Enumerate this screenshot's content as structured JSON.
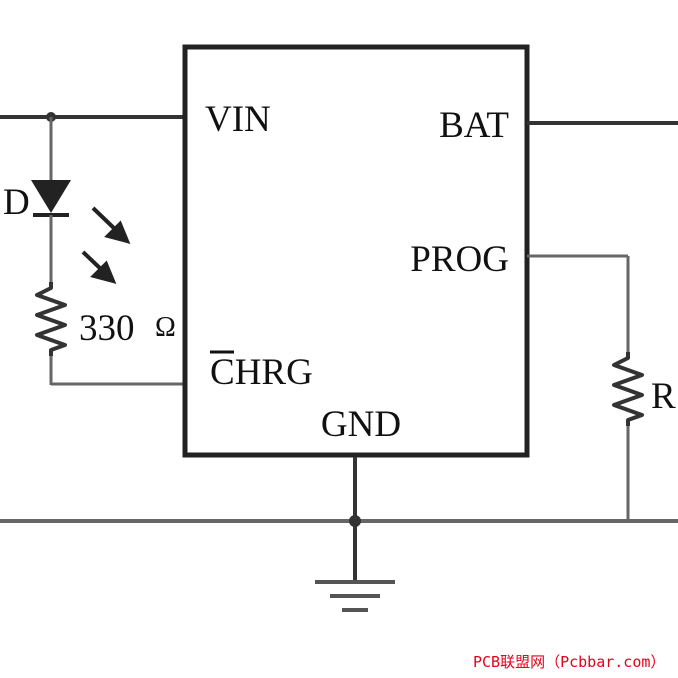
{
  "chip": {
    "pins": {
      "vin": "VIN",
      "bat": "BAT",
      "prog": "PROG",
      "chrg_overbar": "C",
      "chrg_rest": "HRG",
      "gnd": "GND"
    }
  },
  "components": {
    "led_label": "D",
    "resistor_led_value": "330",
    "resistor_led_unit": "Ω",
    "resistor_prog_label": "R"
  },
  "watermark": {
    "text": "PCB联盟网（Pcbbar.com）",
    "color": "#e8001c"
  },
  "colors": {
    "chip_outline": "#222222",
    "wire": "#666666",
    "component": "#333333"
  }
}
